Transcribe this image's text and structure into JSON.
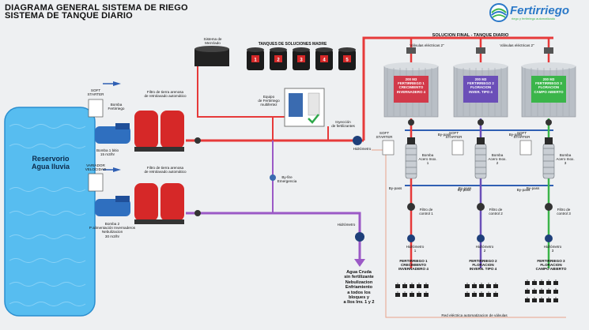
{
  "titles": {
    "line1": "DIAGRAMA GENERAL SISTEMA DE RIEGO",
    "line2": "SISTEMA DE TANQUE DIARIO"
  },
  "logo": {
    "text": "Fertirriego",
    "tagline": "riego y fertirriego automatizado"
  },
  "labels": {
    "reservoir": "Reservorio\nAgua lluvia",
    "solucion_final": "SOLUCION FINAL - TANQUE DIARIO",
    "sistema_mezcla": "Sistema de\nMezclado",
    "tanques_madre": "TANQUES DE SOLUCIONES MADRE",
    "valv_electricas_1": "Válvulas eléctricas 2\"",
    "valv_electricas_2": "Válvulas eléctricas 2\"",
    "equipo_fertirriego": "Equipo\nde Fertirriego\nmultifertez",
    "inyeccion": "Inyección\nde fertilizantes",
    "hidrometro_main": "Hidrómetro",
    "hidrometro_purple": "Hidrómetro",
    "bomba_fertirriego": "Bomba\nFertirriego",
    "filtro_top": "Filtro de tierra arenosa\nde retrolavado automático",
    "filtro_bottom": "Filtro de tierra arenosa\nde retrolavado automático",
    "bomba1": "Bomba 1 bitio\n15 m3/hr",
    "bomba2": "Bomba 2\nP alimentación Invernaderos\nNebulizacion\n30 m3/hr",
    "soft_top": "SOFT\nSTARTER",
    "soft_bottom": "VARIADOR\nVELOCIDAD",
    "by_pass_fire": "By-fire\nEmergencia",
    "agua_cruda": "Agua Cruda\nsin fertilizante\nNebulizacion\nEnfriamiento\na todos los\nbloques y\na Ilos Inv. 1 y 2",
    "red_electrica": "Red eléctrica automatizacion de válvulas"
  },
  "madre_tanks": [
    "1",
    "2",
    "3",
    "4",
    "5"
  ],
  "day_tanks": [
    {
      "text": "200 M3\nFERTIRRIEGO 1\nCRECIMIENTO\nINVERNADERO 4",
      "color": "#d23a4a"
    },
    {
      "text": "200 M3\nFERTIRRIEGO 2\nFLORACION\nINVER. TIPO 4",
      "color": "#6b4fb8"
    },
    {
      "text": "200 M3\nFERTIRRIEGO 3\nFLORACION\nCAMPO ABIERTO",
      "color": "#3bb54a"
    }
  ],
  "pump_units": [
    {
      "soft": "SOFT\nSTARTER",
      "bomba": "Bomba\nAcero Inox.\n1",
      "filtro": "Filtro de\ncontrol 1",
      "hidro": "Hidrómetro\n1",
      "bypass": "By-pass",
      "sector": "FERTIRRIEGO 1\nCRECIMIENTO\nINVERNADERO 4"
    },
    {
      "soft": "SOFT\nSTARTER",
      "bomba": "Bomba\nAcero Inox.\n2",
      "filtro": "Filtro de\ncontrol 2",
      "hidro": "Hidrómetro\n2",
      "bypass": "By-pass",
      "sector": "FERTIRRIEGO 2\nFLORACION\nINVERN. TIPO 4"
    },
    {
      "soft": "SOFT\nSTARTER",
      "bomba": "Bomba\nAcero Inox.\n3",
      "filtro": "Filtro de\ncontrol 3",
      "hidro": "Hidrómetro\n3",
      "bypass": "By-pass",
      "sector": "FERTIRRIEGO 3\nFLORACION\nCAMPO ABIERTO"
    }
  ],
  "bypass_extra": [
    "By-pass",
    "By-pass",
    "By-pass",
    "By-pass"
  ],
  "colors": {
    "water": "#3ea8e6",
    "red_pipe": "#e63a3a",
    "purple_pipe": "#9b59c6",
    "blue_pipe": "#2f5fb3",
    "green_pipe": "#2ea84a",
    "brand": "#2a78c8"
  }
}
